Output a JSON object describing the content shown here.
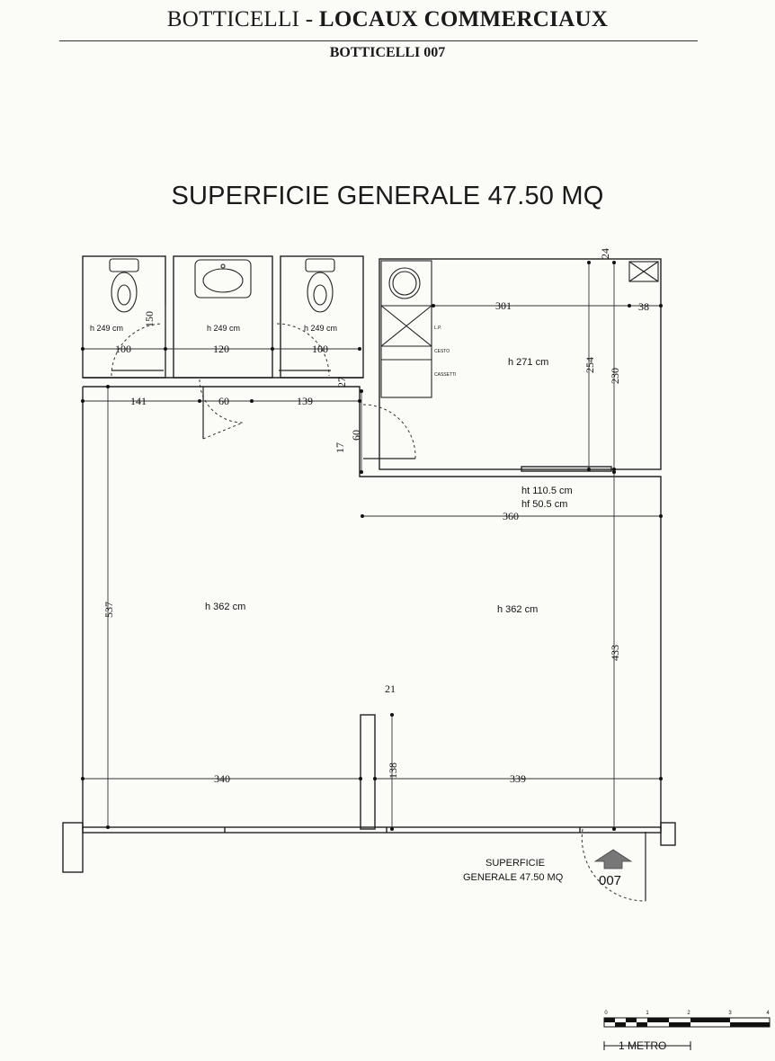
{
  "header": {
    "title_left": "BOTTICELLI - ",
    "title_right": "LOCAUX COMMERCIAUX",
    "subtitle": "BOTTICELLI 007"
  },
  "plan": {
    "title": "SUPERFICIE GENERALE 47.50 MQ",
    "heights": {
      "wc_left": "h 249 cm",
      "sink_room": "h 249 cm",
      "wc_right": "h 249 cm",
      "storage": "h 271 cm",
      "main_left": "h 362 cm",
      "main_right": "h 362 cm",
      "window_ht": "ht 110.5 cm",
      "window_hf": "hf 50.5 cm"
    },
    "dimensions": {
      "wc_left_width": "100",
      "sink_width": "120",
      "wc_right_width": "100",
      "wc_depth": "150",
      "corridor_left": "141",
      "corridor_door": "60",
      "corridor_right": "139",
      "partition_27": "27",
      "door_60": "60",
      "wall_17": "17",
      "storage_width": "301",
      "storage_side": "38",
      "wall_24": "24",
      "storage_h254": "254",
      "storage_h230": "230",
      "main_width_360": "360",
      "main_depth_537": "537",
      "main_depth_433": "433",
      "pillar_21": "21",
      "pillar_138": "138",
      "front_left": "340",
      "front_right": "339"
    },
    "kitchen_labels": [
      "L.P.",
      "CESTO",
      "CASSETTI"
    ],
    "unit_note_line1": "SUPERFICIE",
    "unit_note_line2": "GENERALE 47.50 MQ",
    "unit_number": "007"
  },
  "scale": {
    "ticks": [
      "0",
      "1",
      "2",
      "3",
      "4"
    ],
    "label": "1 METRO"
  }
}
